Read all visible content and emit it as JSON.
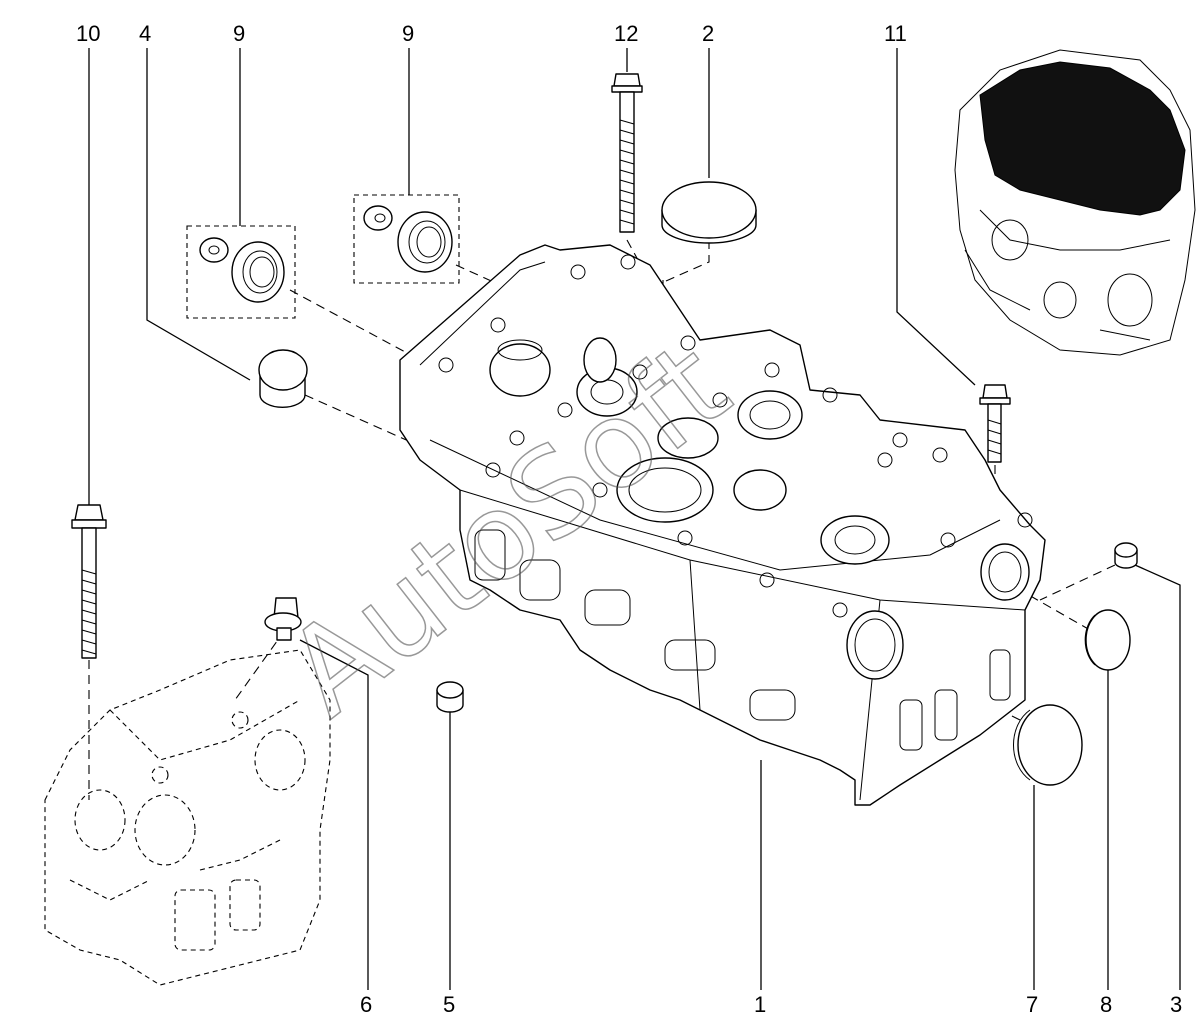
{
  "callouts": [
    {
      "label": "10"
    },
    {
      "label": "4"
    },
    {
      "label": "9"
    },
    {
      "label": "9"
    },
    {
      "label": "12"
    },
    {
      "label": "2"
    },
    {
      "label": "11"
    },
    {
      "label": "6"
    },
    {
      "label": "5"
    },
    {
      "label": "1"
    },
    {
      "label": "7"
    },
    {
      "label": "8"
    },
    {
      "label": "3"
    }
  ],
  "watermark": "AutoSoft"
}
